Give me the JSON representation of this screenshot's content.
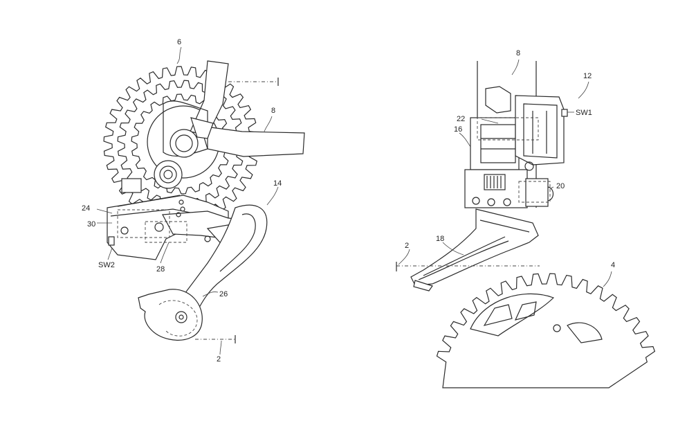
{
  "figure": {
    "rear_view": {
      "labels": {
        "cassette": "6",
        "frame": "8",
        "derailleur": "14",
        "housing": "24",
        "base": "30",
        "switch": "SW2",
        "link": "28",
        "cage": "26",
        "axis": "2"
      }
    },
    "front_view": {
      "labels": {
        "frame": "8",
        "controller": "12",
        "switch": "SW1",
        "motor": "22",
        "mount": "16",
        "battery": "20",
        "axis": "2",
        "chain_guide": "18",
        "chainring": "4"
      }
    }
  }
}
